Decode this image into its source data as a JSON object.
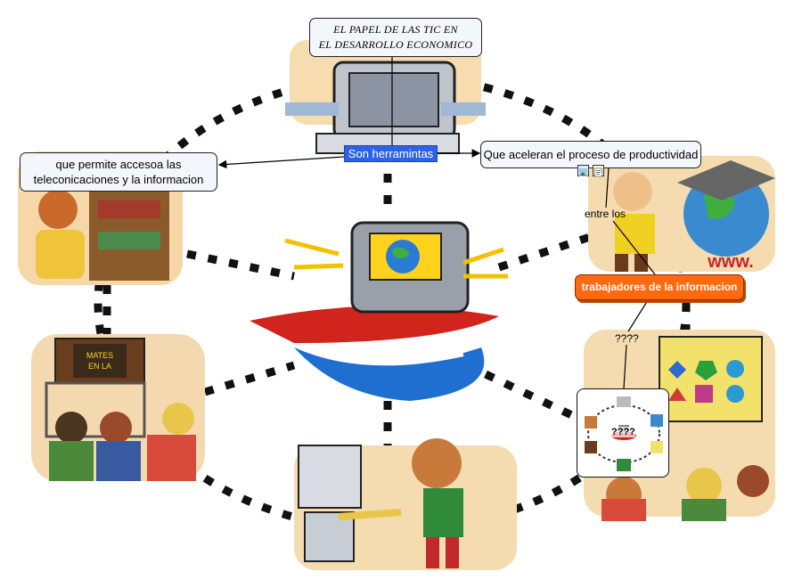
{
  "nodes": {
    "title_line1": "EL PAPEL DE LAS TIC EN",
    "title_line2": "EL DESARROLLO ECONOMICO",
    "center": "Son herramintas",
    "left_line1": "que permite accesoa las",
    "left_line2": "teleconicaciones y la informacion",
    "right": "Que aceleran el proceso de productividad",
    "orange": "trabajadores de la informacion"
  },
  "labels": {
    "entre": "entre los",
    "q1": "????",
    "q2": "????"
  },
  "colors": {
    "center_fill": "#2d62e6",
    "orange_fill": "#ff6a10",
    "node_fill": "#f3f7fb"
  },
  "icons": [
    "image-icon",
    "note-icon"
  ]
}
